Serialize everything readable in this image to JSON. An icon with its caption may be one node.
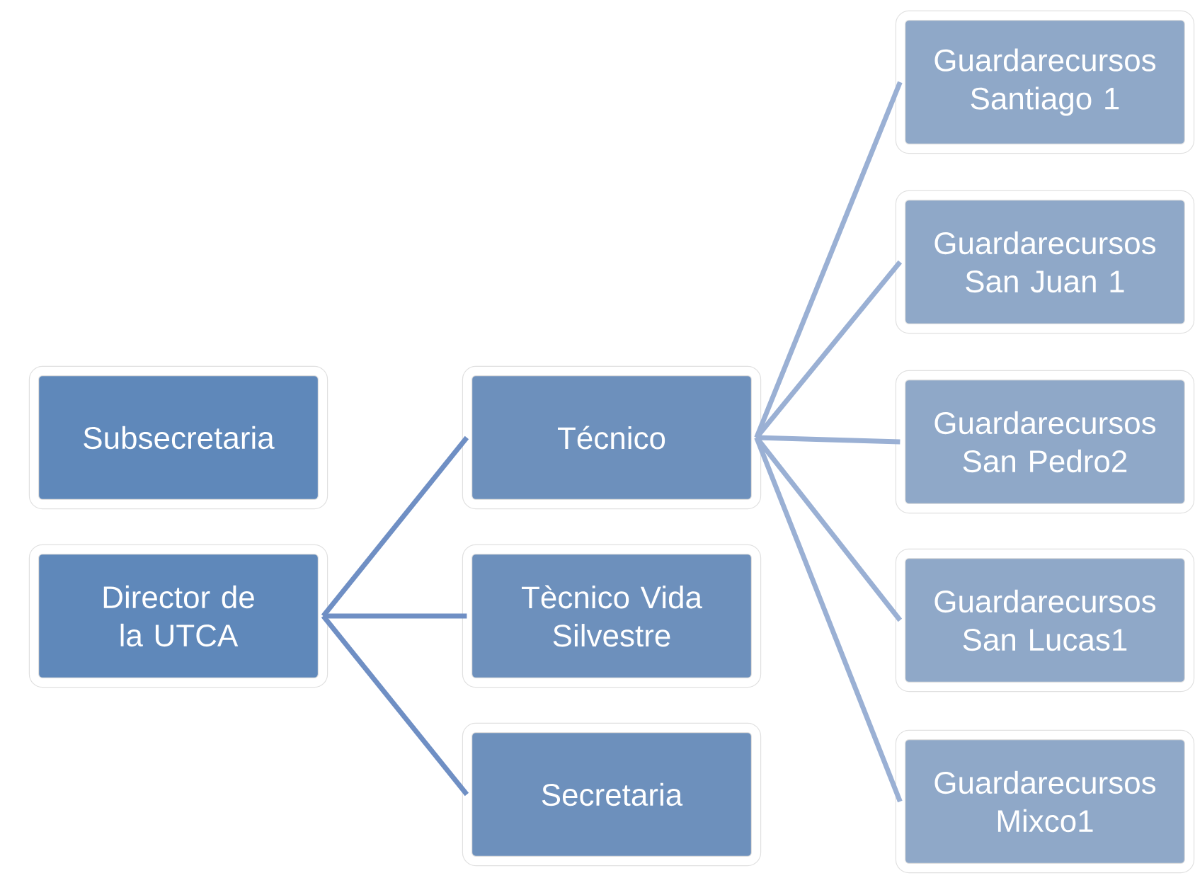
{
  "diagram": {
    "nodes": [
      {
        "text": [
          "Subsecretaria"
        ]
      },
      {
        "text": [
          "Director de la UTCA"
        ]
      },
      {
        "text": [
          "Técnico"
        ]
      },
      {
        "text": [
          "Tècnico  Vida Silvestre"
        ]
      },
      {
        "text": [
          "Secretaria"
        ]
      },
      {
        "text": [
          "Guardarecursos Santiago  1"
        ]
      },
      {
        "text": [
          "Guardarecursos San Juan 1"
        ]
      },
      {
        "text": [
          "Guardarecursos San Pedro2"
        ]
      },
      {
        "text": [
          "Guardarecursos San Lucas1"
        ]
      },
      {
        "text": [
          "Guardarecursos Mixco1"
        ]
      }
    ],
    "edges": [
      {
        "from": 1,
        "to": 2,
        "arrow": "none",
        "color": "#6f8fc4"
      },
      {
        "from": 1,
        "to": 3,
        "arrow": "none",
        "color": "#6f8fc4"
      },
      {
        "from": 1,
        "to": 4,
        "arrow": "none",
        "color": "#6f8fc4"
      },
      {
        "from": 2,
        "to": 5,
        "arrow": "none"
      },
      {
        "from": 2,
        "to": 6,
        "arrow": "none"
      },
      {
        "from": 2,
        "to": 7,
        "arrow": "none"
      },
      {
        "from": 2,
        "to": 8,
        "arrow": "none"
      },
      {
        "from": 2,
        "to": 9,
        "arrow": "none"
      }
    ]
  }
}
